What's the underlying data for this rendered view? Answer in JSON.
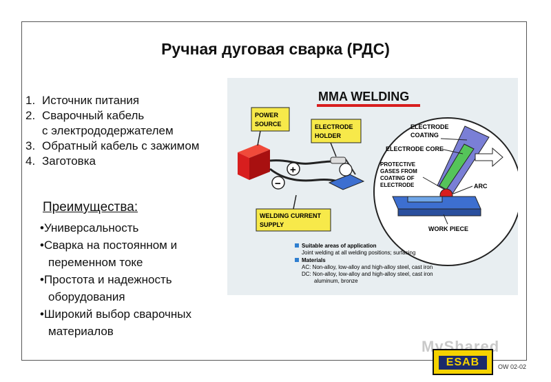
{
  "slide": {
    "title": "Ручная дуговая сварка (РДС)",
    "components": [
      {
        "num": "1.",
        "text": "Источник питания"
      },
      {
        "num": "2.",
        "text": "Сварочный кабель"
      },
      {
        "num": "",
        "text": "с электрододержателем"
      },
      {
        "num": "3.",
        "text": "Обратный кабель с зажимом"
      },
      {
        "num": "4.",
        "text": "Заготовка"
      }
    ],
    "advantages_title": "Преимущества:",
    "advantages": [
      "•Универсальность",
      "•Сварка на постоянном и",
      "переменном токе",
      "•Простота и надежность",
      "оборудования",
      "•Широкий выбор сварочных",
      "материалов"
    ],
    "slide_code": "OW 02-02",
    "watermark": "MyShared"
  },
  "illustration": {
    "heading": "MMA WELDING",
    "callouts": {
      "power_source": [
        "POWER",
        "SOURCE"
      ],
      "electrode_holder": [
        "ELECTRODE",
        "HOLDER"
      ],
      "welding_current_supply": [
        "WELDING CURRENT",
        "SUPPLY"
      ],
      "electrode_coating": [
        "ELECTRODE",
        "COATING"
      ],
      "electrode_core": "ELECTRODE CORE",
      "protective_gases": [
        "PROTECTIVE",
        "GASES FROM",
        "COATING OF",
        "ELECTRODE"
      ],
      "arc": "ARC",
      "work_piece": "WORK PIECE"
    },
    "polarity": {
      "plus": "+",
      "minus": "−"
    },
    "legend": {
      "suitable_title": "Suitable areas of application",
      "suitable_text": "Joint welding at all welding positions; surfacing",
      "materials_title": "Materials",
      "ac_text": "AC: Non-alloy, low-alloy and high-alloy steel, cast iron",
      "dc_text": "DC: Non-alloy, low-alloy and high-alloy steel, cast iron",
      "dc_text2": "aluminum, bronze"
    },
    "colors": {
      "accent_red": "#d81e1e",
      "callout_yellow": "#f7e94a",
      "legend_blue": "#2f7fd0",
      "workpiece_blue": "#3d6fd0"
    }
  },
  "logo": {
    "text": "ESAB"
  }
}
